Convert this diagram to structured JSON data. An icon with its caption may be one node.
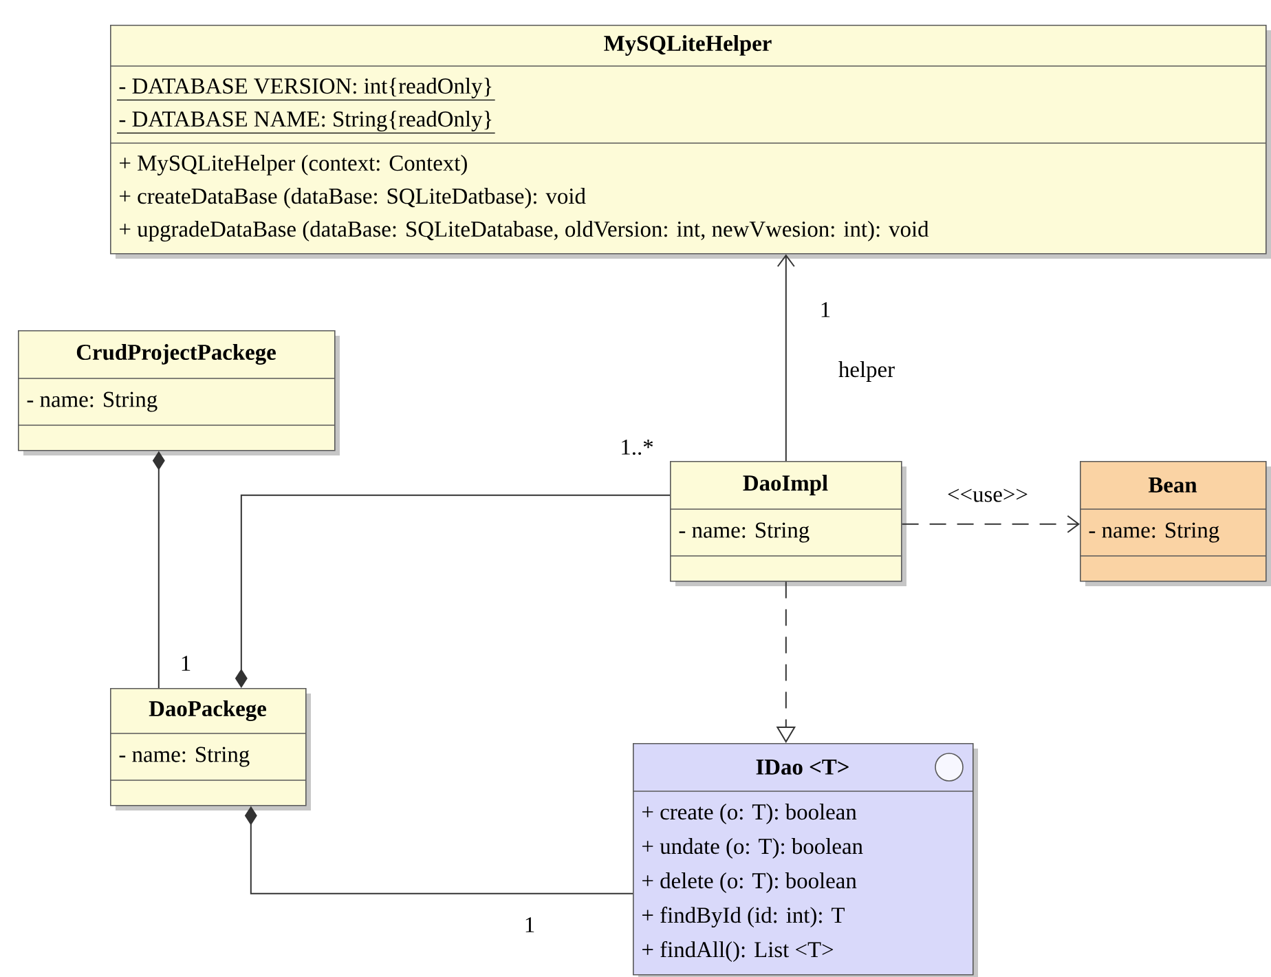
{
  "diagram": {
    "nodes": [
      {
        "text": [
          "MySQLiteHelper",
          "- DATABASE VERSION: int{readOnly}",
          "- DATABASE NAME: String{readOnly}",
          "+ MySQLiteHelper (context: Context)",
          "+ createDataBase (dataBase: SQLiteDatbase): void",
          "+ upgradeDataBase (dataBase: SQLiteDatabase, oldVersion: int, newVwesion: int): void"
        ]
      },
      {
        "text": [
          "CrudProjectPackege",
          "- name: String"
        ]
      },
      {
        "text": [
          "DaoImpl",
          "- name: String"
        ]
      },
      {
        "text": [
          "Bean",
          "- name: String"
        ]
      },
      {
        "text": [
          "DaoPackege",
          "- name: String"
        ]
      },
      {
        "text": [
          "IDao <T>",
          "+ create (o: T): boolean",
          "+ undate (o: T): boolean",
          "+ delete (o: T): boolean",
          "+ findById (id: int): T",
          "+ findAll(): List <T>"
        ]
      }
    ],
    "edges": [
      {
        "from": 2,
        "to": 0,
        "arrow": "to",
        "label": "helper"
      },
      {
        "from": 1,
        "to": 4,
        "arrow": "other"
      },
      {
        "from": 4,
        "to": 2,
        "arrow": "other"
      },
      {
        "from": 2,
        "to": 3,
        "arrow": "to",
        "style": "dashed",
        "label": "<<use>>"
      },
      {
        "from": 2,
        "to": 5,
        "arrow": "to",
        "style": "dashed"
      },
      {
        "from": 4,
        "to": 5,
        "arrow": "other"
      }
    ],
    "labels": [
      "1",
      "1..*",
      "1",
      "1"
    ]
  }
}
